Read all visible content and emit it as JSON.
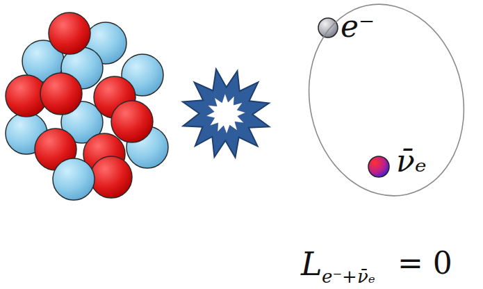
{
  "diagram": {
    "nodes": [
      {
        "text": [
          "e⁻",
          "ν̄ₑ"
        ]
      }
    ],
    "labels": [
      "L",
      "e⁻+ν̄ₑ",
      "= 0"
    ]
  }
}
